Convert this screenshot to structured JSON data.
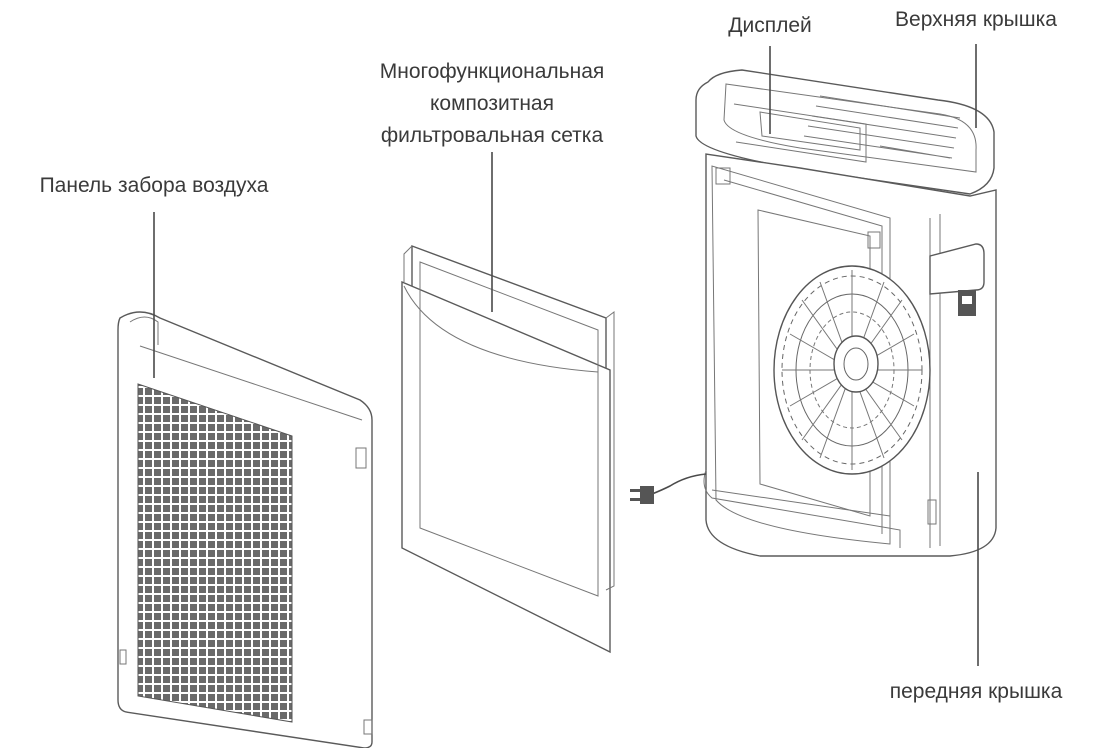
{
  "labels": {
    "display": "Дисплей",
    "top_cover": "Верхняя крышка",
    "filter_line1": "Многофункциональная",
    "filter_line2": "композитная",
    "filter_line3": "фильтровальная сетка",
    "intake_panel": "Панель забора воздуха",
    "front_cover": "передняя крышка"
  },
  "colors": {
    "line": "#4a4a4a",
    "text": "#3a3a3a",
    "background": "#ffffff"
  },
  "icons": [
    "plug-icon",
    "fan-icon"
  ]
}
